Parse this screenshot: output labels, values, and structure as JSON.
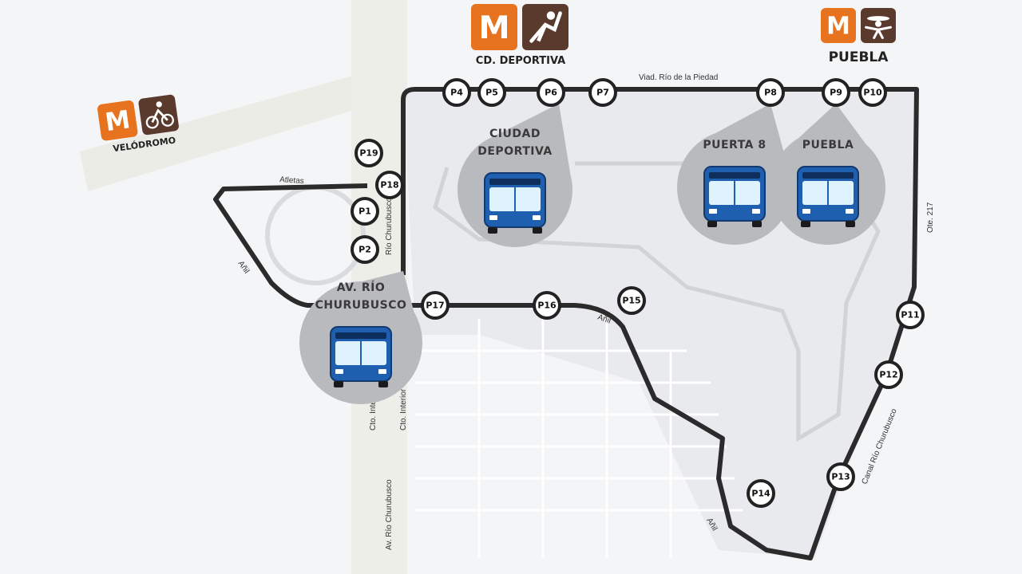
{
  "colors": {
    "route": "#2b2b2b",
    "metro_orange": "#e8731f",
    "metro_brown": "#5a3a2c",
    "bus_blue": "#1f5fb0",
    "terminal_fill": "#b9babd",
    "park": "#e8e9ec",
    "block_line": "#ffffff"
  },
  "metro_stations": [
    {
      "id": "cd-deportiva",
      "name": "CD. DEPORTIVA",
      "icon": "athlete-icon"
    },
    {
      "id": "puebla",
      "name": "PUEBLA",
      "icon": "charro-icon"
    },
    {
      "id": "velodromo",
      "name": "VELÓDROMO",
      "icon": "cyclist-icon"
    }
  ],
  "terminals": [
    {
      "id": "ciudad-deportiva",
      "lines": [
        "CIUDAD",
        "DEPORTIVA"
      ]
    },
    {
      "id": "puerta-8",
      "lines": [
        "PUERTA 8"
      ]
    },
    {
      "id": "puebla",
      "lines": [
        "PUEBLA"
      ]
    },
    {
      "id": "av-rio-churubusco",
      "lines": [
        "AV. RÍO",
        "CHURUBUSCO"
      ]
    }
  ],
  "stops": [
    "P1",
    "P2",
    "P4",
    "P5",
    "P6",
    "P7",
    "P8",
    "P9",
    "P10",
    "P11",
    "P12",
    "P13",
    "P14",
    "P15",
    "P16",
    "P17",
    "P18",
    "P19"
  ],
  "streets": {
    "viaducto": "Viad. Río de la Piedad",
    "atletas": "Atletas",
    "anil_1": "Añil",
    "anil_2": "Añil",
    "anil_3": "Añil",
    "ote_217": "Ote. 217",
    "canal": "Canal Río Churubusco",
    "churubusco_v": "Río Churubusco",
    "av_rio_churubusco": "Av. Río Churubusco",
    "cto_interior_1": "Cto. Interior",
    "cto_interior_2": "Cto. Interior"
  }
}
